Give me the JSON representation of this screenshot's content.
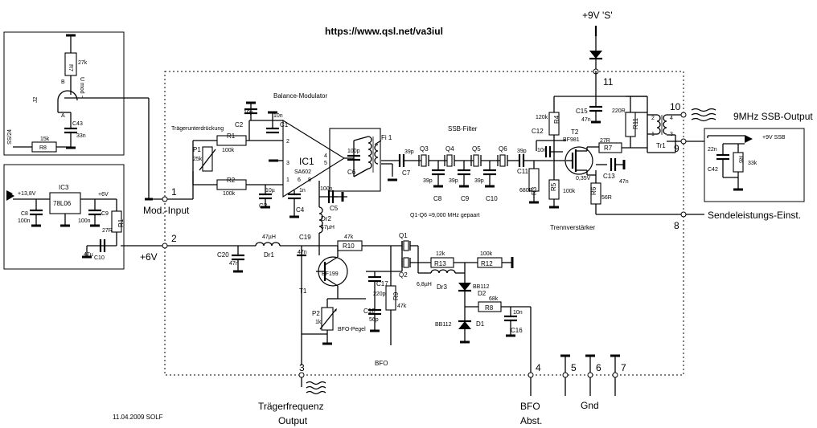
{
  "url": "https://www.qsl.net/va3iul",
  "supply_top": "+9V 'S'",
  "blocks": {
    "modulator": "Balance-Modulator",
    "carrier_supp": "Trägerunterdrückung",
    "filter": "SSB-Filter",
    "crystals": "Q1-Q6 =9,000 MHz gepaart",
    "buffer": "Trennverstärker",
    "bfo": "BFO",
    "bfo_level": "BFO-Pegel"
  },
  "terminals": {
    "t1": "1",
    "t1_label": "Mod.-Input",
    "t2": "2",
    "t2_label": "+6V",
    "t3": "3",
    "t3_label1": "Trägerfrequenz",
    "t3_label2": "Output",
    "t4": "4",
    "t4_label1": "BFO",
    "t4_label2": "Abst.",
    "t5": "5",
    "t6": "6",
    "t7": "7",
    "gnd_label": "Gnd",
    "t8": "8",
    "t8_label": "Sendeleistungs-Einst.",
    "t9": "9",
    "t10": "10",
    "t10_label": "9MHz SSB-Output",
    "t11": "11"
  },
  "components": {
    "R1": "R1",
    "R1v": "100k",
    "R2": "R2",
    "R2v": "100k",
    "P1": "P1",
    "P1v": "25k",
    "C1": "C1",
    "C1v": "10n",
    "C2": "C2",
    "C2v": "10µ",
    "C3": "C3",
    "C3v": "10µ",
    "C4": "C4",
    "C4v": "1n",
    "C5": "C5",
    "C5v": "100n",
    "C6": "C6",
    "C6v": "100p",
    "C7": "C7",
    "C7v": "39p",
    "C8": "C8",
    "C8v": "39p",
    "C9": "C9",
    "C9v": "39p",
    "C10": "C10",
    "C10v": "39p",
    "C11": "C11",
    "C11v": "39p",
    "C12": "C12",
    "C12v": "10n",
    "C13": "C13",
    "C13v": "47n",
    "C15": "C15",
    "C15v": "47n",
    "C16": "C16",
    "C16v": "10n",
    "C17": "C17",
    "C17v": "220p",
    "C18": "C18",
    "C18v": "56p",
    "C19": "C19",
    "C19v": "47n",
    "C20": "C20",
    "C20v": "47n",
    "IC1": "IC1",
    "IC1v": "SA602",
    "Fi1": "Fi 1",
    "Q1": "Q1",
    "Q2": "Q2",
    "Q3": "Q3",
    "Q4": "Q4",
    "Q5": "Q5",
    "Q6": "Q6",
    "Dr1": "Dr1",
    "Dr1v": "47µH",
    "Dr2": "Dr2",
    "Dr2v": "47µH",
    "Dr3": "Dr3",
    "Dr3v": "6,8µH",
    "R3": "R3",
    "R3v": "680R",
    "R4": "R4",
    "R4v": "120k",
    "R5": "R5",
    "R5v": "100k",
    "R6": "R6",
    "R6v": "56R",
    "R7": "R7",
    "R7v": "27R",
    "R8": "R8",
    "R8v": "68k",
    "R9": "R9",
    "R9v": "47k",
    "R10": "R10",
    "R10v": "47k",
    "R11": "R11",
    "R11v": "220R",
    "R12": "R12",
    "R12v": "100k",
    "R13": "R13",
    "R13v": "12k",
    "T1": "T1",
    "T1v": "BF199",
    "T2": "T2",
    "T2v": "BF981",
    "T2src": "0,35V",
    "P2": "P2",
    "P2v": "1k",
    "D1": "D1",
    "D1v": "BB112",
    "D2": "D2",
    "D2v": "BB112",
    "Tr1": "Tr1",
    "tr_pins": [
      "2",
      "4",
      "3",
      "1"
    ]
  },
  "inset_mod": {
    "R7": "R7",
    "R7v": "27k",
    "R8": "R8",
    "R8v": "15k",
    "C43": "C43",
    "C43v": "33n",
    "J2": "J2",
    "pinB": "B",
    "pinA": "A",
    "umod": "U mod ~",
    "pin_left": "SS/24"
  },
  "inset_supply": {
    "IC3": "IC3",
    "IC3v": "78L06",
    "vin": "+13,8V",
    "vout": "+6V",
    "C8": "C8",
    "C8v": "100n",
    "C9": "C9",
    "C9v": "100n",
    "C10": "C10",
    "C10v": "47µ",
    "R1": "R1",
    "R1v": "27R"
  },
  "inset_out": {
    "C42": "C42",
    "C42v": "22n",
    "R6": "R6",
    "R6v": "33k",
    "vin": "+9V SSB"
  },
  "footer": "11.04.2009  SOLF"
}
